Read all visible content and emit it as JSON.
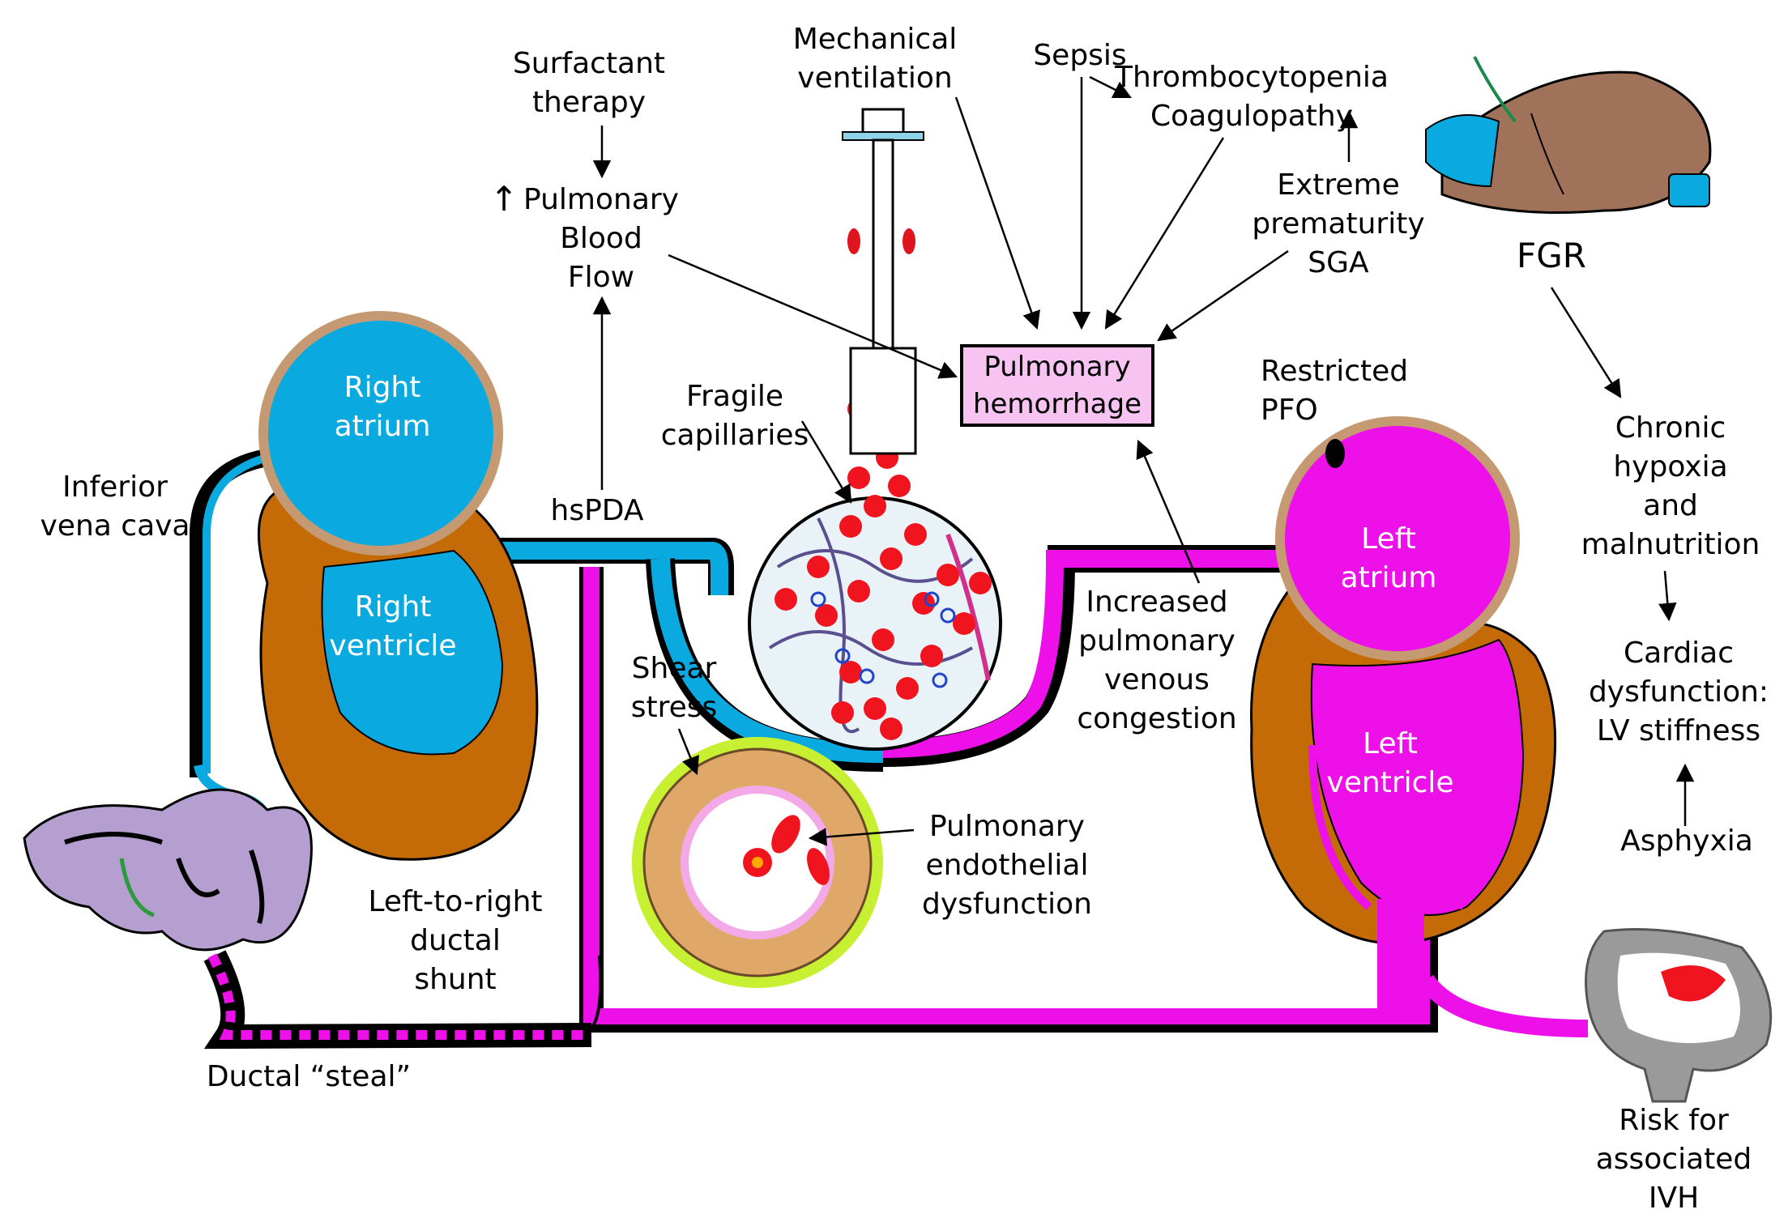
{
  "labels": {
    "surfactant": "Surfactant\ntherapy",
    "mech_vent": "Mechanical\nventilation",
    "sepsis": "Sepsis",
    "thrombo": "Thrombocytopenia\nCoagulopathy",
    "extreme": "Extreme\nprematurity\nSGA",
    "fgr": "FGR",
    "pbf_arrow": "↑",
    "pbf": "Pulmonary\nBlood\nFlow",
    "hemorrhage": "Pulmonary\nhemorrhage",
    "restricted_pfo": "Restricted\nPFO",
    "fragile": "Fragile\ncapillaries",
    "right_atrium": "Right\natrium",
    "right_ventricle": "Right\nventricle",
    "ivc": "Inferior\nvena cava",
    "hspda": "hsPDA",
    "shear": "Shear\nstress",
    "endothelial": "Pulmonary\nendothelial\ndysfunction",
    "venous": "Increased\npulmonary\nvenous\ncongestion",
    "left_atrium": "Left\natrium",
    "left_ventricle": "Left\nventricle",
    "chronic": "Chronic\nhypoxia\nand\nmalnutrition",
    "cardiac": "Cardiac\ndysfunction:\nLV stiffness",
    "asphyxia": "Asphyxia",
    "shunt": "Left-to-right\nductal\nshunt",
    "steal": "Ductal “steal”",
    "ivh": "Risk for\nassociated IVH"
  },
  "colors": {
    "blue": "#0aaae0",
    "magenta": "#ee10e8",
    "heart_brown": "#c46a06",
    "atrium_rim": "#c59a72",
    "blood_red": "#f0141e",
    "gut_purple": "#b59fd1",
    "hemorrhage_fill": "#f7c4f2",
    "brain_gray": "#8a8a8a"
  },
  "icons": {
    "syringe": "syringe-icon",
    "infant": "infant-ventilated-icon",
    "brain": "brain-section-icon",
    "intestine": "intestine-icon",
    "vessel": "vessel-cross-section-icon",
    "lung": "alveolar-sphere-icon"
  }
}
